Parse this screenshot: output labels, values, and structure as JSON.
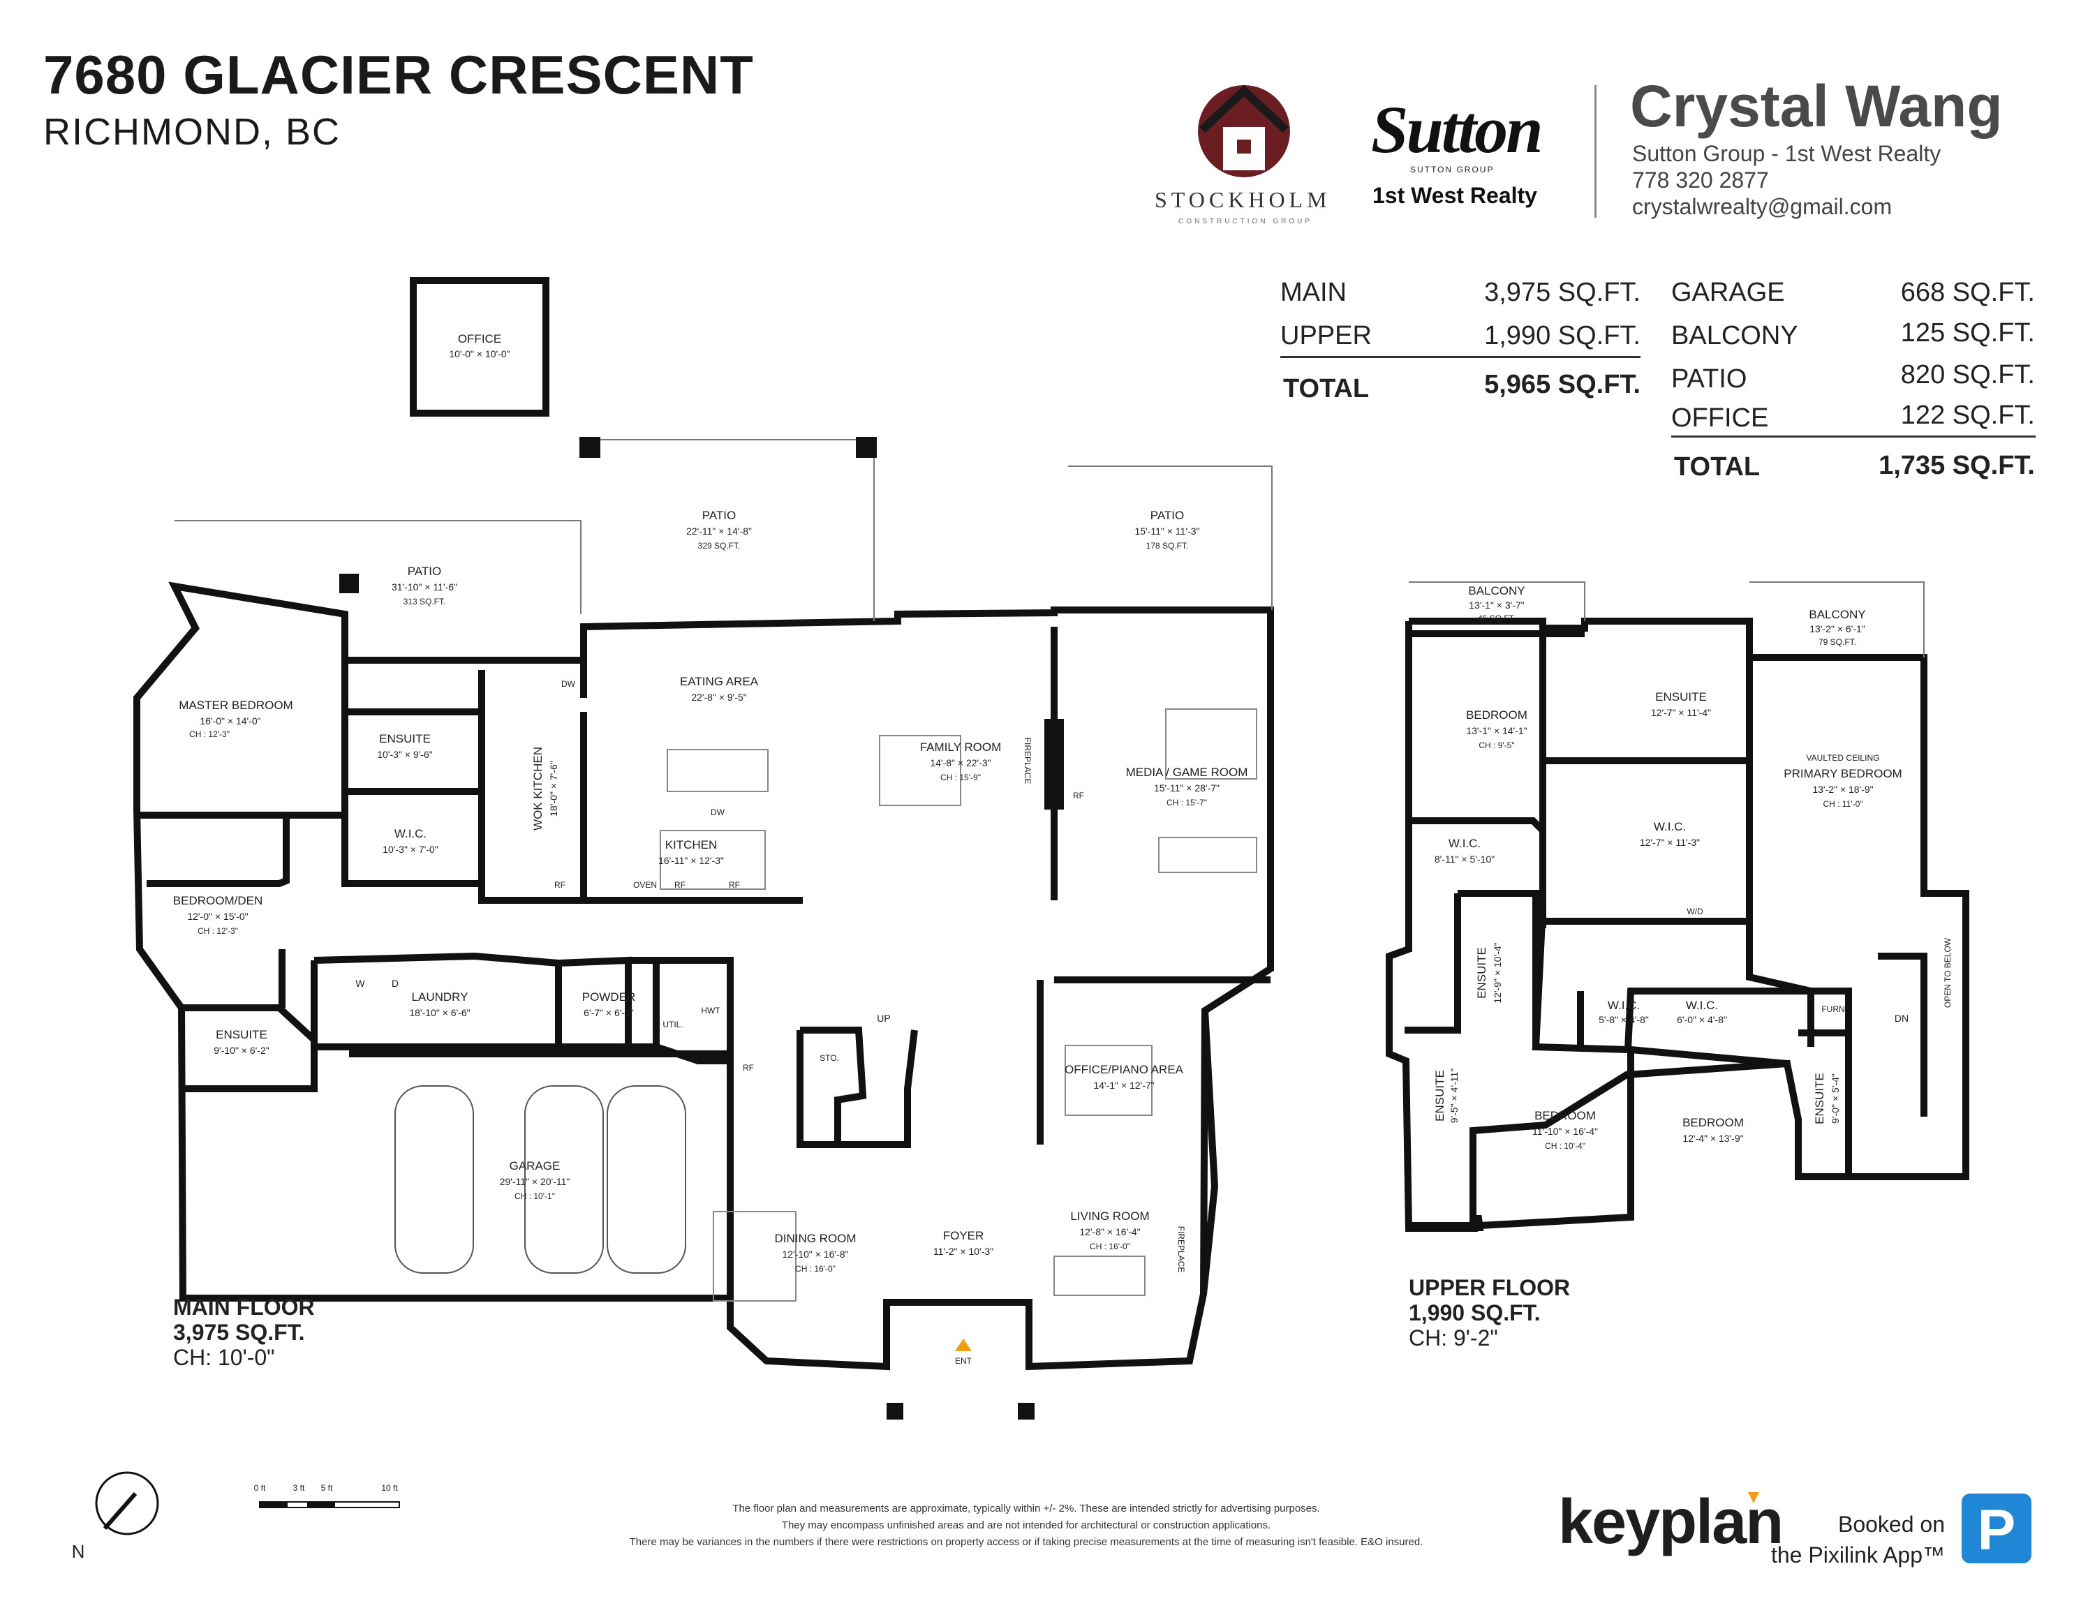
{
  "header": {
    "address_line1": "7680 GLACIER CRESCENT",
    "address_line2": "RICHMOND, BC"
  },
  "brands": {
    "stockholm_name": "STOCKHOLM",
    "stockholm_sub": "CONSTRUCTION GROUP",
    "sutton_logo": "Sutton",
    "sutton_sub": "SUTTON GROUP",
    "sutton_brand": "1st West Realty"
  },
  "agent": {
    "name": "Crystal Wang",
    "company": "Sutton Group - 1st West Realty",
    "phone": "778 320 2877",
    "email": "crystalwrealty@gmail.com"
  },
  "areas": {
    "main_label": "MAIN",
    "main_value": "3,975 SQ.FT.",
    "upper_label": "UPPER",
    "upper_value": "1,990 SQ.FT.",
    "total_label": "TOTAL",
    "total_value": "5,965 SQ.FT.",
    "garage_label": "GARAGE",
    "garage_value": "668 SQ.FT.",
    "balcony_label": "BALCONY",
    "balcony_value": "125 SQ.FT.",
    "patio_label": "PATIO",
    "patio_value": "820 SQ.FT.",
    "office_label": "OFFICE",
    "office_value": "122 SQ.FT.",
    "total2_label": "TOTAL",
    "total2_value": "1,735 SQ.FT."
  },
  "main_floor": {
    "label": "MAIN FLOOR",
    "area": "3,975 SQ.FT.",
    "ceiling": "CH: 10'-0\"",
    "rooms": {
      "office": {
        "name": "OFFICE",
        "dims": "10'-0\" × 10'-0\""
      },
      "patio_center": {
        "name": "PATIO",
        "dims": "22'-11\" × 14'-8\"",
        "area": "329 SQ.FT."
      },
      "patio_left": {
        "name": "PATIO",
        "dims": "31'-10\" × 11'-6\"",
        "area": "313 SQ.FT."
      },
      "patio_right": {
        "name": "PATIO",
        "dims": "15'-11\" × 11'-3\"",
        "area": "178 SQ.FT."
      },
      "master": {
        "name": "MASTER BEDROOM",
        "dims": "16'-0\" × 14'-0\"",
        "ch": "CH : 12'-3\""
      },
      "ensuite1": {
        "name": "ENSUITE",
        "dims": "10'-3\" × 9'-6\""
      },
      "wic": {
        "name": "W.I.C.",
        "dims": "10'-3\" × 7'-0\""
      },
      "wok": {
        "name": "WOK KITCHEN",
        "dims": "18'-0\" × 7'-6\""
      },
      "eating": {
        "name": "EATING AREA",
        "dims": "22'-8\" × 9'-5\""
      },
      "kitchen": {
        "name": "KITCHEN",
        "dims": "16'-11\" × 12'-3\""
      },
      "family": {
        "name": "FAMILY ROOM",
        "dims": "14'-8\" × 22'-3\"",
        "ch": "CH : 15'-9\""
      },
      "media": {
        "name": "MEDIA / GAME ROOM",
        "dims": "15'-11\" × 28'-7\"",
        "ch": "CH : 15'-7\""
      },
      "bedden": {
        "name": "BEDROOM/DEN",
        "dims": "12'-0\" × 15'-0\"",
        "ch": "CH : 12'-3\""
      },
      "laundry": {
        "name": "LAUNDRY",
        "dims": "18'-10\" × 6'-6\""
      },
      "powder": {
        "name": "POWDER",
        "dims": "6'-7\" × 6'-6\""
      },
      "ensuite2": {
        "name": "ENSUITE",
        "dims": "9'-10\" × 6'-2\""
      },
      "garage": {
        "name": "GARAGE",
        "dims": "29'-11\" × 20'-11\"",
        "ch": "CH : 10'-1\""
      },
      "office_piano": {
        "name": "OFFICE/PIANO AREA",
        "dims": "14'-1\" × 12'-7\""
      },
      "dining": {
        "name": "DINING ROOM",
        "dims": "12'-10\" × 16'-8\"",
        "ch": "CH : 16'-0\""
      },
      "foyer": {
        "name": "FOYER",
        "dims": "11'-2\" × 10'-3\""
      },
      "living": {
        "name": "LIVING ROOM",
        "dims": "12'-8\" × 16'-4\"",
        "ch": "CH : 16'-0\""
      }
    },
    "marks": {
      "fireplace": "FIREPLACE",
      "rf": "RF",
      "oven": "OVEN",
      "dw": "DW",
      "w": "W",
      "d": "D",
      "util": "UTIL.",
      "hwt": "HWT",
      "sto": "STO.",
      "up": "UP",
      "ent": "ENT"
    }
  },
  "upper_floor": {
    "label": "UPPER FLOOR",
    "area": "1,990 SQ.FT.",
    "ceiling": "CH: 9'-2\"",
    "rooms": {
      "balcony1": {
        "name": "BALCONY",
        "dims": "13'-1\" × 3'-7\"",
        "area": "46 SQ.FT."
      },
      "balcony2": {
        "name": "BALCONY",
        "dims": "13'-2\" × 6'-1\"",
        "area": "79 SQ.FT."
      },
      "bedroom1": {
        "name": "BEDROOM",
        "dims": "13'-1\" × 14'-1\"",
        "ch": "CH : 9'-5\""
      },
      "ensuite_a": {
        "name": "ENSUITE",
        "dims": "12'-7\" × 11'-4\""
      },
      "primary": {
        "name": "PRIMARY BEDROOM",
        "vaulted": "VAULTED CEILING",
        "dims": "13'-2\" × 18'-9\"",
        "ch": "CH : 11'-0\""
      },
      "wic_a": {
        "name": "W.I.C.",
        "dims": "8'-11\" × 5'-10\""
      },
      "wic_b": {
        "name": "W.I.C.",
        "dims": "12'-7\" × 11'-3\""
      },
      "ensuite_b": {
        "name": "ENSUITE",
        "dims": "12'-9\" × 10'-4\""
      },
      "wic_c": {
        "name": "W.I.C.",
        "dims": "5'-8\" × 4'-8\""
      },
      "wic_d": {
        "name": "W.I.C.",
        "dims": "6'-0\" × 4'-8\""
      },
      "ensuite_c": {
        "name": "ENSUITE",
        "dims": "9'-5\" × 4'-11\""
      },
      "bedroom2": {
        "name": "BEDROOM",
        "dims": "11'-10\" × 16'-4\"",
        "ch": "CH : 10'-4\""
      },
      "bedroom3": {
        "name": "BEDROOM",
        "dims": "12'-4\" × 13'-9\""
      },
      "ensuite_d": {
        "name": "ENSUITE",
        "dims": "9'-0\" × 5'-4\""
      }
    },
    "marks": {
      "wd": "W/D",
      "furn": "FURN",
      "dn": "DN",
      "open_below": "OPEN TO BELOW"
    }
  },
  "scale": {
    "t0": "0 ft",
    "t3": "3 ft",
    "t5": "5 ft",
    "t10": "10 ft",
    "north": "N"
  },
  "footer": {
    "disclaimer1": "The floor plan and measurements are approximate, typically within +/- 2%. These are intended strictly for advertising purposes.",
    "disclaimer2": "They may encompass unfinished areas and are not intended for architectural or construction applications.",
    "disclaimer3": "There may be variances in the numbers if there were restrictions on property access or if taking precise measurements at the time of measuring isn't feasible. E&O insured.",
    "keyplan": "keyplan",
    "booked1": "Booked on",
    "booked2": "the Pixilink App™",
    "pixilink_icon": "P"
  },
  "colors": {
    "stockholm_maroon": "#6b1e22",
    "keyplan_accent": "#f39c12",
    "pixilink_blue": "#1f87d6"
  }
}
